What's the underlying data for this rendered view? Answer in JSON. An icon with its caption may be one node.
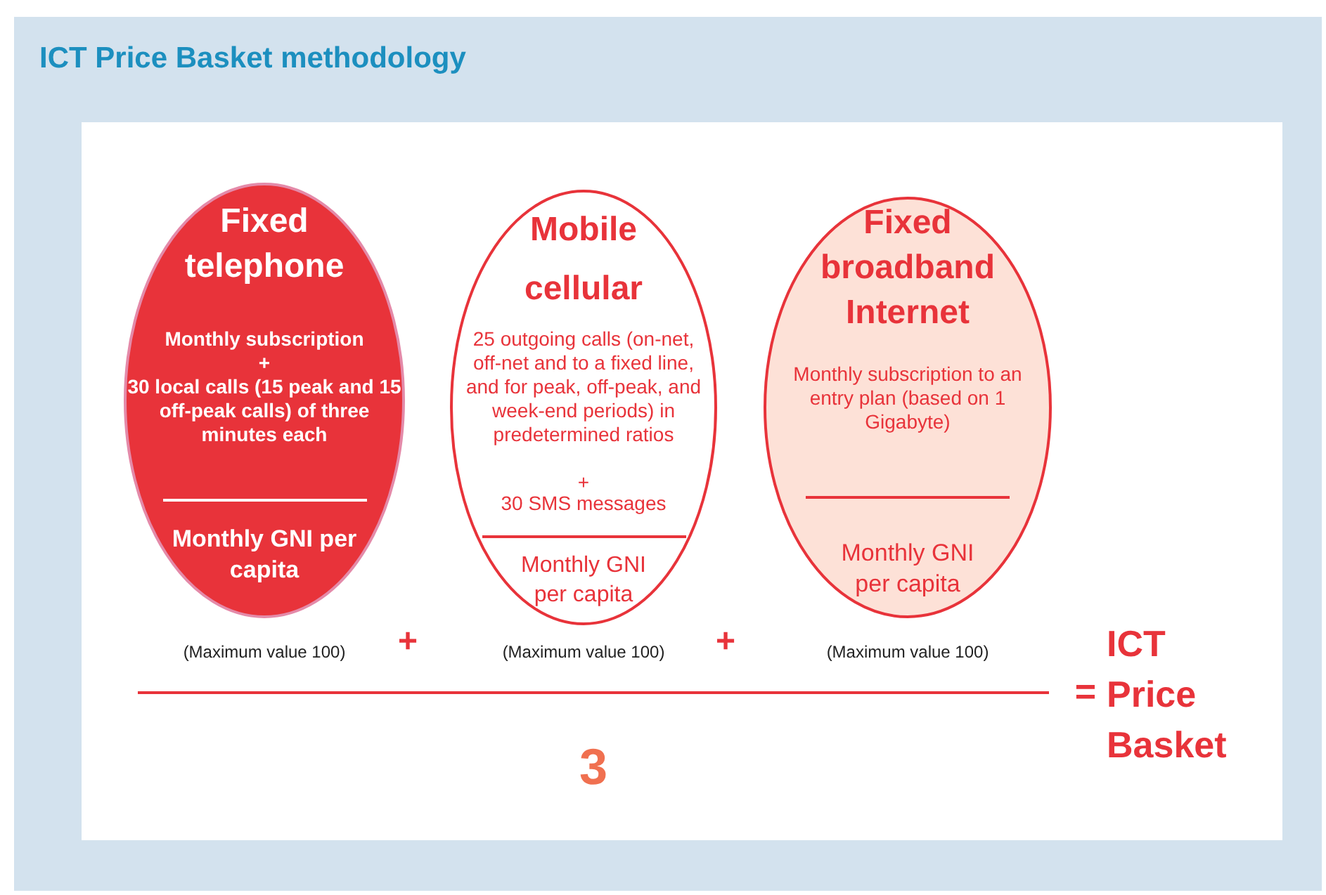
{
  "diagram": {
    "title": "ICT Price Basket methodology",
    "nodes": [
      {
        "text": [
          "Fixed telephone",
          "Monthly subscription",
          "+",
          "30 local calls (15 peak and 15 off-peak calls) of three minutes each",
          "Monthly GNI per capita"
        ],
        "beside": [
          "(Maximum value 100)"
        ]
      },
      {
        "text": [
          "Mobile cellular",
          "25 outgoing calls (on-net, off-net and to a fixed line, and for peak, off-peak, and week-end periods) in predetermined ratios",
          "+",
          "30 SMS messages",
          "Monthly GNI per capita"
        ],
        "beside": [
          "(Maximum value 100)"
        ]
      },
      {
        "text": [
          "Fixed broadband Internet",
          "Monthly subscription to an entry plan (based on 1 Gigabyte)",
          "Monthly GNI per capita"
        ],
        "beside": [
          "(Maximum value 100)"
        ]
      }
    ],
    "edges": [],
    "labels": [
      "+",
      "+",
      "=",
      "ICT Price Basket",
      "3"
    ]
  }
}
